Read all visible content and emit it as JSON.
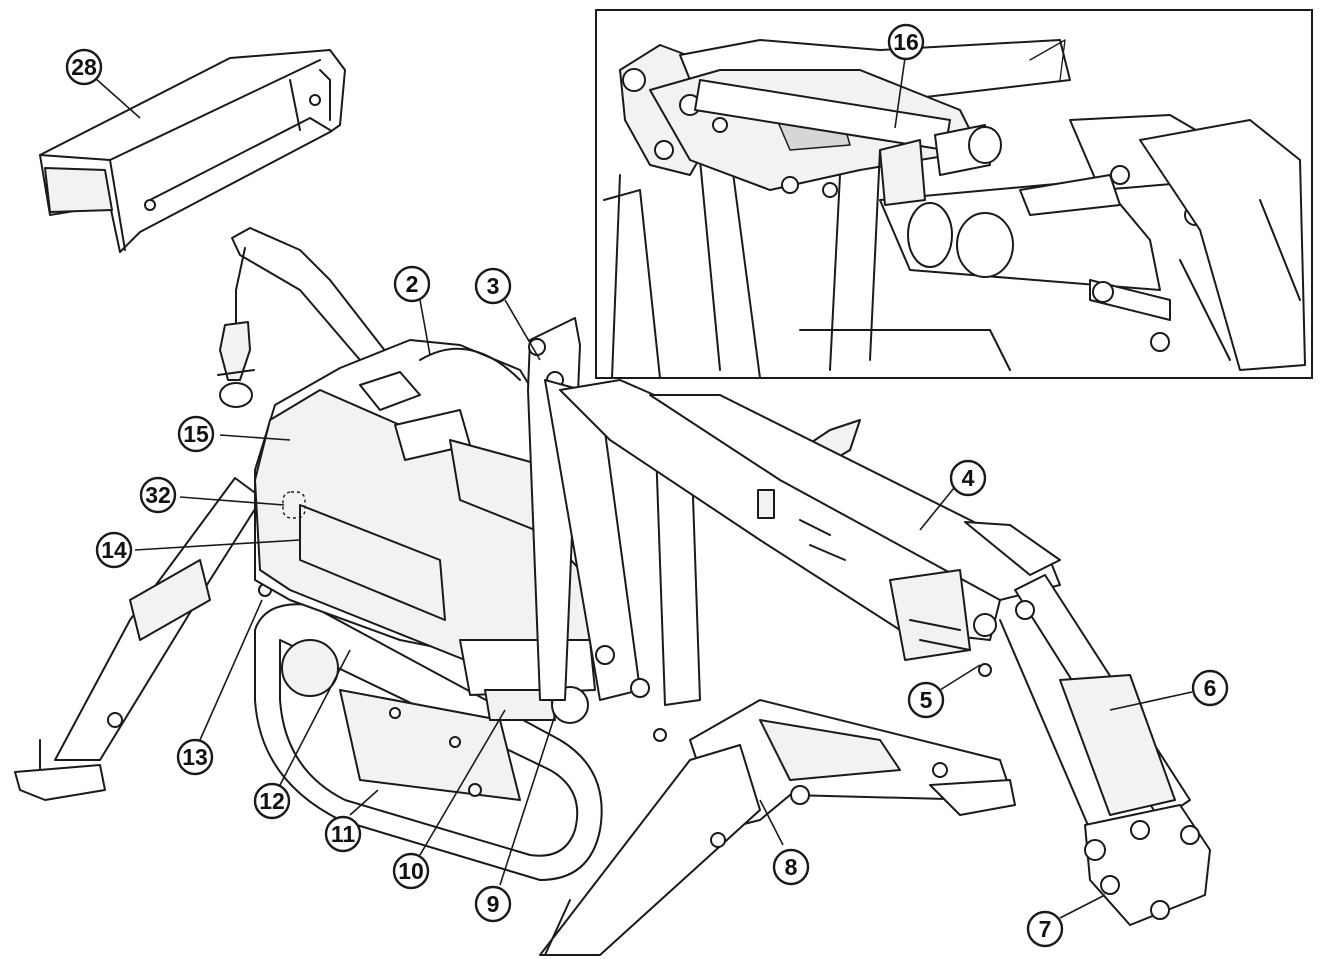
{
  "callouts": [
    {
      "id": "28",
      "label": "28"
    },
    {
      "id": "2",
      "label": "2"
    },
    {
      "id": "3",
      "label": "3"
    },
    {
      "id": "4",
      "label": "4"
    },
    {
      "id": "5",
      "label": "5"
    },
    {
      "id": "6",
      "label": "6"
    },
    {
      "id": "7",
      "label": "7"
    },
    {
      "id": "8",
      "label": "8"
    },
    {
      "id": "9",
      "label": "9"
    },
    {
      "id": "10",
      "label": "10"
    },
    {
      "id": "11",
      "label": "11"
    },
    {
      "id": "12",
      "label": "12"
    },
    {
      "id": "13",
      "label": "13"
    },
    {
      "id": "14",
      "label": "14"
    },
    {
      "id": "15",
      "label": "15"
    },
    {
      "id": "16",
      "label": "16"
    },
    {
      "id": "32",
      "label": "32"
    }
  ],
  "colors": {
    "line": "#1a1a1a",
    "background": "#ffffff",
    "shade": "#f2f2f2"
  }
}
